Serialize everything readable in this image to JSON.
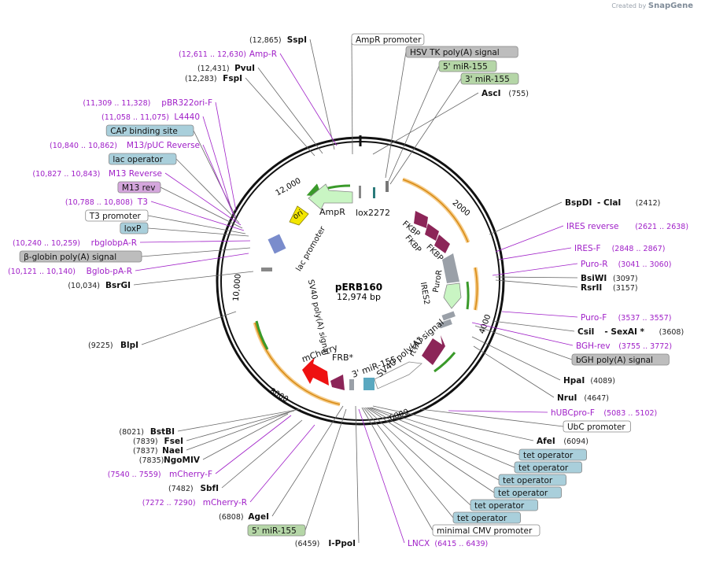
{
  "credit": {
    "prefix": "Created by",
    "brand": "SnapGene"
  },
  "plasmid": {
    "name": "pERB160",
    "length": "12,974 bp"
  },
  "colors": {
    "purple": "#a020c8",
    "black": "#111111",
    "gray": "#555555"
  },
  "ring_ticks": [
    "2000",
    "4000",
    "6000",
    "8000",
    "10,000",
    "12,000"
  ],
  "features": {
    "AmpR": "AmpR",
    "ori": "ori",
    "lox2272": "lox2272",
    "lac_promoter": "lac promoter",
    "sv40_left": "SV40 poly(A) signal",
    "fkbp1": "FKBP",
    "fkbp2": "FKBP",
    "fkbp3": "FKBP",
    "PuroR": "PuroR",
    "IRES2": "IRES2",
    "rtTA3": "rtTA3",
    "sv40_center": "SV40 poly(A) signal",
    "mir155_center": "3' miR-155",
    "FRB": "FRB*",
    "mCherry": "mCherry"
  },
  "left_labels": [
    {
      "coord": "(12,865)",
      "name": "SspI",
      "kind": "site"
    },
    {
      "coord": "(12,611 .. 12,630)",
      "name": "Amp-R",
      "kind": "primer"
    },
    {
      "coord": "(12,431)",
      "name": "PvuI",
      "kind": "site"
    },
    {
      "coord": "(12,283)",
      "name": "FspI",
      "kind": "site"
    },
    {
      "coord": "(11,309 .. 11,328)",
      "name": "pBR322ori-F",
      "kind": "primer"
    },
    {
      "coord": "(11,058 .. 11,075)",
      "name": "L4440",
      "kind": "primer"
    },
    {
      "name": "CAP binding site",
      "kind": "box",
      "fill": "#a9cfdb"
    },
    {
      "coord": "(10,840 .. 10,862)",
      "name": "M13/pUC Reverse",
      "kind": "primer"
    },
    {
      "name": "lac operator",
      "kind": "box",
      "fill": "#a9cfdb"
    },
    {
      "coord": "(10,827 .. 10,843)",
      "name": "M13 Reverse",
      "kind": "primer"
    },
    {
      "name": "M13 rev",
      "kind": "box",
      "fill": "#d4a6dc"
    },
    {
      "coord": "(10,788 .. 10,808)",
      "name": "T3",
      "kind": "primer"
    },
    {
      "name": "T3 promoter",
      "kind": "box",
      "fill": "#ffffff"
    },
    {
      "name": "loxP",
      "kind": "box",
      "fill": "#a9cfdb"
    },
    {
      "coord": "(10,240 .. 10,259)",
      "name": "rbglobpA-R",
      "kind": "primer"
    },
    {
      "name": "β-globin poly(A) signal",
      "kind": "box",
      "fill": "#bdbdbd"
    },
    {
      "coord": "(10,121 .. 10,140)",
      "name": "Bglob-pA-R",
      "kind": "primer"
    },
    {
      "coord": "(10,034)",
      "name": "BsrGI",
      "kind": "site"
    },
    {
      "coord": "(9225)",
      "name": "BlpI",
      "kind": "site"
    },
    {
      "coord": "(8021)",
      "name": "BstBI",
      "kind": "site"
    },
    {
      "coord": "(7839)",
      "name": "FseI",
      "kind": "site"
    },
    {
      "coord": "(7837)",
      "name": "NaeI",
      "kind": "site"
    },
    {
      "coord": "(7835)",
      "name": "NgoMIV",
      "kind": "site"
    },
    {
      "coord": "(7540 .. 7559)",
      "name": "mCherry-F",
      "kind": "primer"
    },
    {
      "coord": "(7482)",
      "name": "SbfI",
      "kind": "site"
    },
    {
      "coord": "(7272 .. 7290)",
      "name": "mCherry-R",
      "kind": "primer"
    },
    {
      "coord": "(6808)",
      "name": "AgeI",
      "kind": "site"
    },
    {
      "name": "5' miR-155",
      "kind": "box",
      "fill": "#b5d6a7"
    },
    {
      "coord": "(6459)",
      "name": "I-PpoI",
      "kind": "site"
    }
  ],
  "right_labels": [
    {
      "name": "AmpR promoter",
      "kind": "box",
      "fill": "#ffffff"
    },
    {
      "name": "HSV TK poly(A) signal",
      "kind": "box",
      "fill": "#bdbdbd"
    },
    {
      "name": "5' miR-155",
      "kind": "box",
      "fill": "#b5d6a7"
    },
    {
      "name": "3' miR-155",
      "kind": "box",
      "fill": "#b5d6a7"
    },
    {
      "name": "AscI",
      "coord": "(755)",
      "kind": "site"
    },
    {
      "name": "BspDI",
      "coord": "(2412)",
      "kind": "site2",
      "name2": "ClaI"
    },
    {
      "name": "IRES reverse",
      "coord": "(2621 .. 2638)",
      "kind": "primer"
    },
    {
      "name": "IRES-F",
      "coord": "(2848 .. 2867)",
      "kind": "primer"
    },
    {
      "name": "Puro-R",
      "coord": "(3041 .. 3060)",
      "kind": "primer"
    },
    {
      "name": "BsiWI",
      "coord": "(3097)",
      "kind": "site"
    },
    {
      "name": "RsrII",
      "coord": "(3157)",
      "kind": "site"
    },
    {
      "name": "Puro-F",
      "coord": "(3537 .. 3557)",
      "kind": "primer"
    },
    {
      "name": "CsiI",
      "coord": "(3608)",
      "kind": "site2",
      "name2": "SexAI *"
    },
    {
      "name": "BGH-rev",
      "coord": "(3755 .. 3772)",
      "kind": "primer"
    },
    {
      "name": "bGH poly(A) signal",
      "kind": "box",
      "fill": "#bdbdbd"
    },
    {
      "name": "HpaI",
      "coord": "(4089)",
      "kind": "site"
    },
    {
      "name": "NruI",
      "coord": "(4647)",
      "kind": "site"
    },
    {
      "name": "hUBCpro-F",
      "coord": "(5083 .. 5102)",
      "kind": "primer"
    },
    {
      "name": "UbC promoter",
      "kind": "box",
      "fill": "#ffffff"
    },
    {
      "name": "AfeI",
      "coord": "(6094)",
      "kind": "site"
    },
    {
      "name": "tet operator",
      "kind": "box",
      "fill": "#a9cfdb"
    },
    {
      "name": "tet operator",
      "kind": "box",
      "fill": "#a9cfdb"
    },
    {
      "name": "tet operator",
      "kind": "box",
      "fill": "#a9cfdb"
    },
    {
      "name": "tet operator",
      "kind": "box",
      "fill": "#a9cfdb"
    },
    {
      "name": "tet operator",
      "kind": "box",
      "fill": "#a9cfdb"
    },
    {
      "name": "tet operator",
      "kind": "box",
      "fill": "#a9cfdb"
    },
    {
      "name": "minimal CMV promoter",
      "kind": "box",
      "fill": "#ffffff"
    },
    {
      "name": "LNCX",
      "coord": "(6415 .. 6439)",
      "kind": "primer"
    }
  ]
}
